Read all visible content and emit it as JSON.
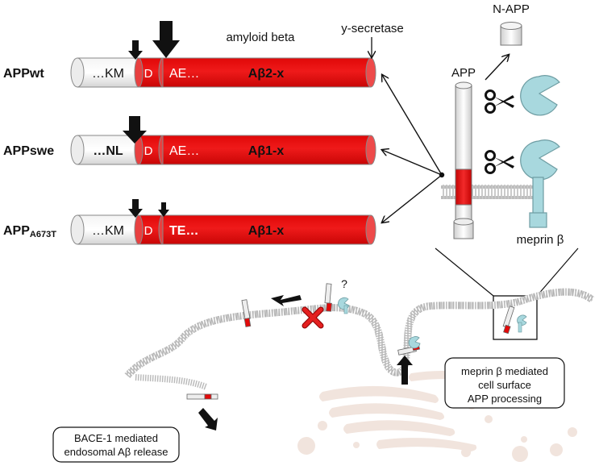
{
  "variants": [
    {
      "prefix": "APP",
      "suffix": "wt",
      "suffix_small": false,
      "seq_left": "…KM",
      "site": "D",
      "seq_right": "AE…",
      "abeta": "Aβ2-x"
    },
    {
      "prefix": "APP",
      "suffix": "swe",
      "suffix_small": false,
      "seq_left": "…NL",
      "site": "D",
      "seq_right": "AE…",
      "abeta": "Aβ1-x"
    },
    {
      "prefix": "APP",
      "suffix": "A673T",
      "suffix_small": true,
      "seq_left": "…KM",
      "site": "D",
      "seq_right": "TE…",
      "abeta": "Aβ1-x"
    }
  ],
  "labels": {
    "amyloid_beta": "amyloid beta",
    "gamma_secretase": "y-secretase",
    "n_app": "N-APP",
    "app": "APP",
    "meprin": "meprin β",
    "question": "?"
  },
  "boxes": {
    "meprin_box": [
      "meprin β mediated",
      "cell surface",
      "APP processing"
    ],
    "bace_box": [
      "BACE-1 mediated",
      "endosomal Aβ release"
    ]
  },
  "colors": {
    "red": "#e20a0a",
    "grey_fill": "#e8e8e8",
    "meprin": "#a8d8de",
    "membrane": "#9a9a9a",
    "golgi": "#f1e4dd"
  }
}
